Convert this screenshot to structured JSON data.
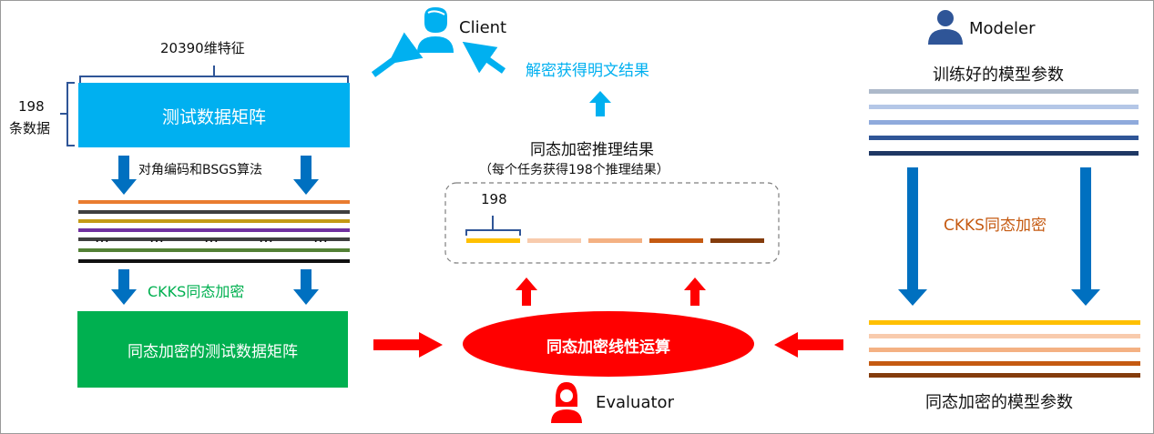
{
  "left": {
    "feature_label": "20390维特征",
    "rows_label_line1": "198",
    "rows_label_line2": "条数据",
    "test_matrix": "测试数据矩阵",
    "encode_label": "对角编码和BSGS算法",
    "dots": "…",
    "ckks_label": "CKKS同态加密",
    "encrypted_matrix": "同态加密的测试数据矩阵",
    "stripe_colors": [
      "#e97c30",
      "#3f3f3f",
      "#c49a16",
      "#7030a0",
      "#3f3f3f",
      "#538135",
      "#111111"
    ],
    "box_blue": "#00b0f0",
    "box_green": "#00b050",
    "ckks_color": "#00b050"
  },
  "client": {
    "name": "Client",
    "decrypt_label": "解密获得明文结果",
    "color": "#00b0f0"
  },
  "center": {
    "result_title": "同态加密推理结果",
    "result_subtitle": "（每个任务获得198个推理结果）",
    "brace_label": "198",
    "segment_colors": [
      "#ffc000",
      "#f8cbad",
      "#f4b183",
      "#c55a11",
      "#843c0c"
    ],
    "op_label": "同态加密线性运算",
    "op_color": "#ff0000"
  },
  "evaluator": {
    "name": "Evaluator",
    "color": "#ff0000"
  },
  "modeler": {
    "name": "Modeler",
    "trained_params": "训练好的模型参数",
    "ckks_label": "CKKS同态加密",
    "encrypted_params": "同态加密的模型参数",
    "plain_stripe_colors": [
      "#adb9ca",
      "#b4c7e7",
      "#8faadc",
      "#2f5597",
      "#1f3864"
    ],
    "enc_stripe_colors": [
      "#ffc000",
      "#f8cbad",
      "#f4b183",
      "#c55a11",
      "#843c0c"
    ],
    "ckks_color": "#c55a11",
    "icon_color": "#2f5597"
  },
  "arrows": {
    "blue": "#0070c0",
    "red": "#ff0000",
    "light_blue": "#00b0f0"
  }
}
